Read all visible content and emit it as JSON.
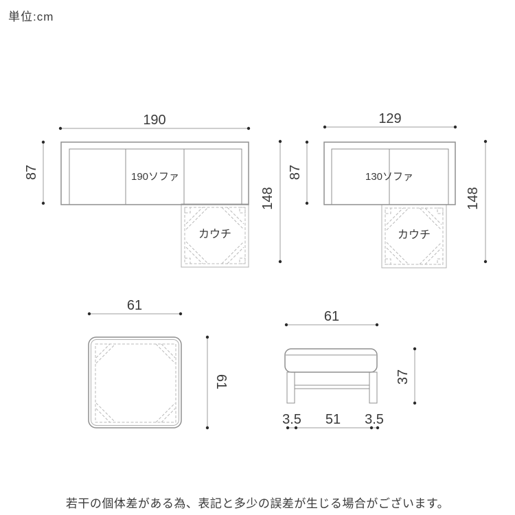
{
  "unit_note": "単位:cm",
  "disclaimer": "若干の個体差がある為、表記と多少の誤差が生じる場合がございます。",
  "sofa190": {
    "label": "190ソファ",
    "couch_label": "カウチ",
    "top_width": "190",
    "seat_depth": "87",
    "total_depth": "148"
  },
  "sofa130": {
    "label": "130ソファ",
    "couch_label": "カウチ",
    "top_width": "129",
    "seat_depth": "87",
    "total_depth": "148"
  },
  "ottoman_top": {
    "width": "61",
    "depth": "61"
  },
  "ottoman_side": {
    "width": "61",
    "height": "37",
    "left_leg": "3.5",
    "leg_span": "51",
    "right_leg": "3.5"
  },
  "colors": {
    "outline": "#8f8f8f",
    "dashed": "#b8b8b8",
    "dimension_line": "#9e9e9e",
    "dot": "#2b2b2b",
    "text": "#3a3a3a"
  }
}
